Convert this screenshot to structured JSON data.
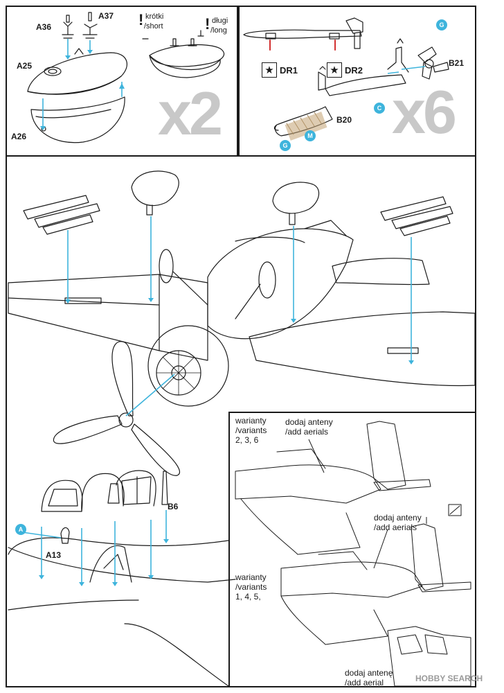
{
  "panel_tanks": {
    "labels": {
      "a36": "A36",
      "a37": "A37",
      "a25": "A25",
      "a26": "A26"
    },
    "short_pl": "krótki",
    "short_en": "/short",
    "long_pl": "długi",
    "long_en": "/long",
    "qty": "x2"
  },
  "panel_rockets": {
    "labels": {
      "b21": "B21",
      "b20": "B20",
      "dr1": "DR1",
      "dr2": "DR2"
    },
    "badges": {
      "g_top": "G",
      "c_arm": "C",
      "m_body": "M",
      "g_nose": "G"
    },
    "decal_glyph": "★",
    "qty": "x6"
  },
  "panel_main": {
    "badge_a": "A",
    "labels": {
      "a13": "A13",
      "b6": "B6"
    }
  },
  "panel_variants": {
    "group1": {
      "line1": "warianty",
      "line2": "/variants",
      "line3": "2, 3, 6"
    },
    "group2": {
      "line1": "warianty",
      "line2": "/variants",
      "line3": "1, 4, 5,"
    },
    "add_aerials_1_pl": "dodaj anteny",
    "add_aerials_1_en": "/add aerials",
    "add_aerials_2_pl": "dodaj anteny",
    "add_aerials_2_en": "/add aerials",
    "add_aerial_pl": "dodaj antenę",
    "add_aerial_en": "/add aerial"
  },
  "watermark": "HOBBY SEARCH",
  "colors": {
    "leader": "#3eb4dc",
    "line": "#1a1a1a",
    "qty": "#c8c8c8",
    "red_tab": "#d23030"
  }
}
